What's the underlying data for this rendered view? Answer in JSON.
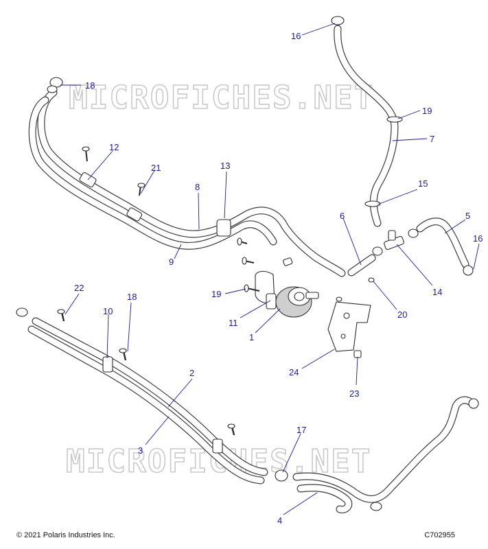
{
  "watermark": "MICROFICHES.NET",
  "copyright": "© 2021 Polaris Industries Inc.",
  "figure_code": "C702955",
  "callouts": [
    {
      "id": "c16a",
      "label": "16"
    },
    {
      "id": "c18a",
      "label": "18"
    },
    {
      "id": "c19a",
      "label": "19"
    },
    {
      "id": "c7",
      "label": "7"
    },
    {
      "id": "c12",
      "label": "12"
    },
    {
      "id": "c21",
      "label": "21"
    },
    {
      "id": "c13",
      "label": "13"
    },
    {
      "id": "c8",
      "label": "8"
    },
    {
      "id": "c15",
      "label": "15"
    },
    {
      "id": "c6",
      "label": "6"
    },
    {
      "id": "c5",
      "label": "5"
    },
    {
      "id": "c16b",
      "label": "16"
    },
    {
      "id": "c9",
      "label": "9"
    },
    {
      "id": "c14",
      "label": "14"
    },
    {
      "id": "c19b",
      "label": "19"
    },
    {
      "id": "c20",
      "label": "20"
    },
    {
      "id": "c11",
      "label": "11"
    },
    {
      "id": "c1",
      "label": "1"
    },
    {
      "id": "c22",
      "label": "22"
    },
    {
      "id": "c10",
      "label": "10"
    },
    {
      "id": "c18b",
      "label": "18"
    },
    {
      "id": "c24",
      "label": "24"
    },
    {
      "id": "c23",
      "label": "23"
    },
    {
      "id": "c2",
      "label": "2"
    },
    {
      "id": "c17",
      "label": "17"
    },
    {
      "id": "c3",
      "label": "3"
    },
    {
      "id": "c4",
      "label": "4"
    }
  ]
}
